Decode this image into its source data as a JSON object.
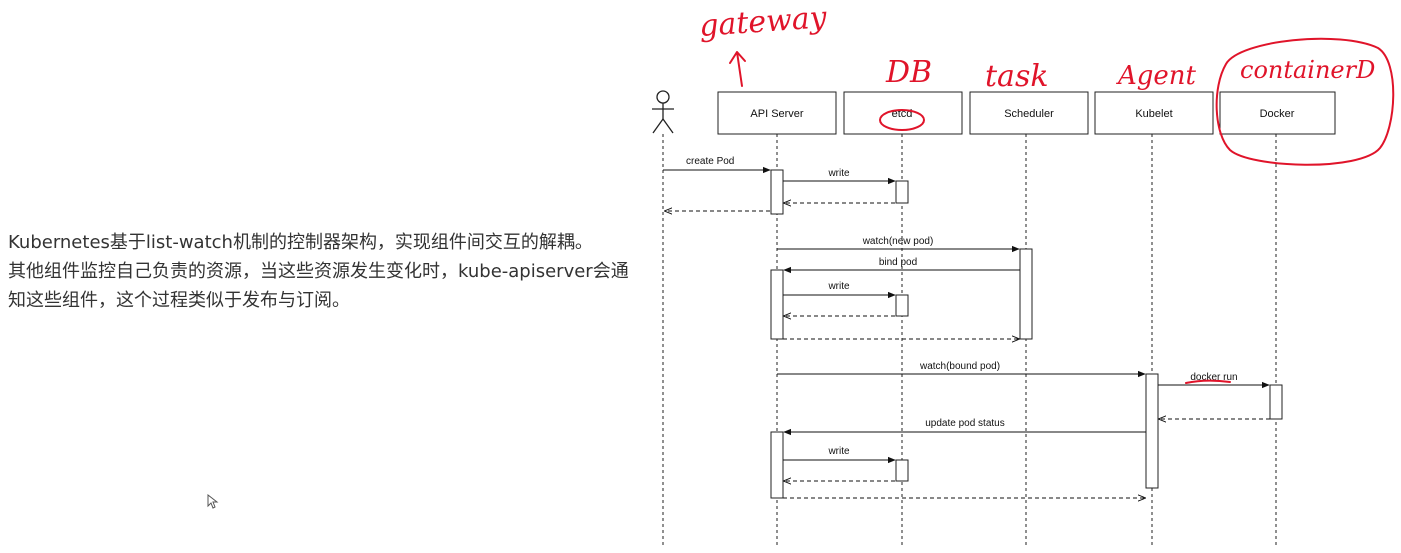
{
  "description": {
    "line1": "Kubernetes基于list-watch机制的控制器架构，实现组件间交互的解耦。",
    "line2": "其他组件监控自己负责的资源，当这些资源发生变化时，kube-apiserver会通知这些组件，这个过程类似于发布与订阅。"
  },
  "participants": [
    {
      "id": "user",
      "label": ""
    },
    {
      "id": "api",
      "label": "API Server"
    },
    {
      "id": "etcd",
      "label": "etcd"
    },
    {
      "id": "sched",
      "label": "Scheduler"
    },
    {
      "id": "kubelet",
      "label": "Kubelet"
    },
    {
      "id": "docker",
      "label": "Docker"
    }
  ],
  "messages": [
    {
      "from": "user",
      "to": "api",
      "label": "create Pod",
      "type": "sync"
    },
    {
      "from": "api",
      "to": "etcd",
      "label": "write",
      "type": "sync"
    },
    {
      "from": "etcd",
      "to": "api",
      "label": "",
      "type": "return"
    },
    {
      "from": "api",
      "to": "user",
      "label": "",
      "type": "return"
    },
    {
      "from": "api",
      "to": "sched",
      "label": "watch(new pod)",
      "type": "sync"
    },
    {
      "from": "sched",
      "to": "api",
      "label": "bind pod",
      "type": "sync"
    },
    {
      "from": "api",
      "to": "etcd",
      "label": "write",
      "type": "sync"
    },
    {
      "from": "etcd",
      "to": "api",
      "label": "",
      "type": "return"
    },
    {
      "from": "api",
      "to": "sched",
      "label": "",
      "type": "return"
    },
    {
      "from": "api",
      "to": "kubelet",
      "label": "watch(bound pod)",
      "type": "sync"
    },
    {
      "from": "kubelet",
      "to": "docker",
      "label": "docker run",
      "type": "sync"
    },
    {
      "from": "docker",
      "to": "kubelet",
      "label": "",
      "type": "return"
    },
    {
      "from": "kubelet",
      "to": "api",
      "label": "update pod status",
      "type": "sync"
    },
    {
      "from": "api",
      "to": "etcd",
      "label": "write",
      "type": "sync"
    },
    {
      "from": "etcd",
      "to": "api",
      "label": "",
      "type": "return"
    },
    {
      "from": "api",
      "to": "kubelet",
      "label": "",
      "type": "return"
    }
  ],
  "annotations": {
    "api": "gateway",
    "etcd": "DB",
    "sched": "task",
    "kubelet": "Agent",
    "docker": "containerD"
  },
  "colors": {
    "line": "#222222",
    "annotation": "#e0142a"
  }
}
